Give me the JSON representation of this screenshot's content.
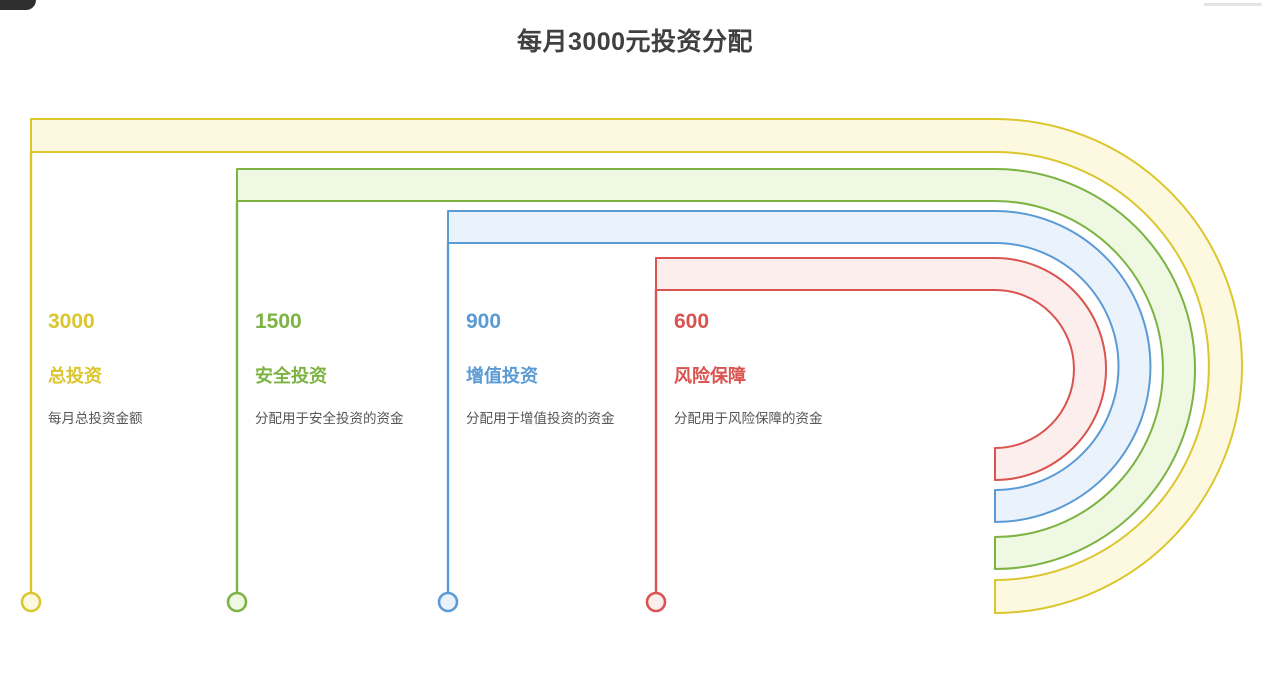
{
  "title": "每月3000元投资分配",
  "chart_data": {
    "type": "bar",
    "title": "每月3000元投资分配",
    "xlabel": "",
    "ylabel": "",
    "categories": [
      "总投资",
      "安全投资",
      "增值投资",
      "风险保障"
    ],
    "values": [
      3000,
      1500,
      900,
      600
    ],
    "descriptions": [
      "每月总投资金额",
      "分配用于安全投资的资金",
      "分配用于增值投资的资金",
      "分配用于风险保障的资金"
    ],
    "colors": [
      "#dcc62e",
      "#7cb342",
      "#5b9bd5",
      "#d9534f"
    ],
    "legend": "none",
    "grid": false
  },
  "items": [
    {
      "value": "3000",
      "name": "总投资",
      "desc": "每月总投资金额",
      "color": "#dcc62e",
      "fill": "#fdf9e0"
    },
    {
      "value": "1500",
      "name": "安全投资",
      "desc": "分配用于安全投资的资金",
      "color": "#7cb342",
      "fill": "#eff8e3"
    },
    {
      "value": "900",
      "name": "增值投资",
      "desc": "分配用于增值投资的资金",
      "color": "#5b9bd5",
      "fill": "#eaf2fc"
    },
    {
      "value": "600",
      "name": "风险保障",
      "desc": "分配用于风险保障的资金",
      "color": "#d9534f",
      "fill": "#fdeeee"
    }
  ]
}
